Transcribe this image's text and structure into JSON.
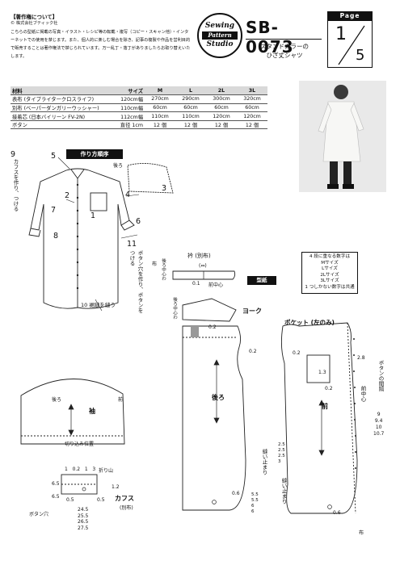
{
  "copyright": {
    "heading": "【著作権について】",
    "publisher": "© 株式会社ブティック社",
    "body": "こちらの型紙に掲載の写真・イラスト・レシピ等の転載・複写（コピー・スキャン他）・インターネットでの使用を禁じます。また、個人的に楽しむ場合を除き、記事の複製や作品を営利目的で販売することは著作権法で禁じられています。万一乱丁・落丁がありましたらお取り替えいたします。"
  },
  "logo": {
    "line1": "Sewing",
    "line2": "Pattern",
    "line3": "Studio"
  },
  "header": {
    "code": "SB-0073",
    "subtitle_line1": "スタンドカラーの",
    "subtitle_line2": "ひざ丈シャツ",
    "page_label": "Page",
    "page_num": "1",
    "page_total": "5"
  },
  "materials": {
    "headers": [
      "材料",
      "サイズ",
      "M",
      "L",
      "2L",
      "3L"
    ],
    "rows": [
      [
        "表布 (タイプライタークロスライフ)",
        "120cm幅",
        "270cm",
        "290cm",
        "300cm",
        "320cm"
      ],
      [
        "別布 (ベーパーダンガリーウッシャー)",
        "110cm幅",
        "60cm",
        "60cm",
        "60cm",
        "60cm"
      ],
      [
        "接着芯 (日本バイリーン FV-2N)",
        "112cm幅",
        "110cm",
        "110cm",
        "120cm",
        "120cm"
      ],
      [
        "ボタン",
        "直径 1cm",
        "12 個",
        "12 個",
        "12 個",
        "12 個"
      ]
    ]
  },
  "steps": {
    "title": "作り方順序",
    "n1": "1",
    "n2": "2",
    "n3": "3",
    "n4": "4",
    "n5": "5",
    "n6": "6",
    "n7": "7",
    "n8": "8",
    "n9": "9",
    "n10": "10",
    "n11": "11",
    "back_label": "後ろ",
    "note9": "カフスを作り、つける",
    "note10": "10 裾縫を縫う",
    "note11": "ボタン穴を作り、ボタンをつける"
  },
  "pattern": {
    "title": "型紙",
    "legend": [
      "4 段に重なる数字は",
      "Mサイズ",
      "Lサイズ",
      "2Lサイズ",
      "3Lサイズ",
      "1 つしかない数字は共通"
    ],
    "collar": "衿 (別布)",
    "collar_mark": "(⇔)",
    "back_center": "後ろ中心わ",
    "front_center": "前中心",
    "yoke": "ヨーク",
    "back": "後ろ",
    "front": "前",
    "sleeve": "袖",
    "pocket": "ポケット (左のみ)",
    "fold": "折り山",
    "slit": "切り込み位置",
    "cuff": "カフス",
    "cuff_sub": "(別布)",
    "button_hole": "ボタン穴",
    "stop": "縫い止まり",
    "button_spacing": "ボタンの間隔",
    "cloth_mark": "布",
    "seam_01": "0.1",
    "seam_02": "0.2",
    "seam_06": "0.6",
    "seam_05": "0.5",
    "seam_12": "1.2",
    "seam_13": "1.3",
    "seam_28": "2.8",
    "cuff_top": [
      "1",
      "0.2",
      "1",
      "3"
    ],
    "cuff_side": [
      "6.5",
      "6.5"
    ],
    "cuff_len": [
      "24.5",
      "25.5",
      "26.5",
      "27.5"
    ],
    "hem_left": [
      "2.5",
      "2.5",
      "2.5",
      "3"
    ],
    "hem_right": [
      "5.5",
      "5.5",
      "6",
      "6"
    ],
    "spacing": [
      "9",
      "9.4",
      "10",
      "10.7"
    ]
  }
}
